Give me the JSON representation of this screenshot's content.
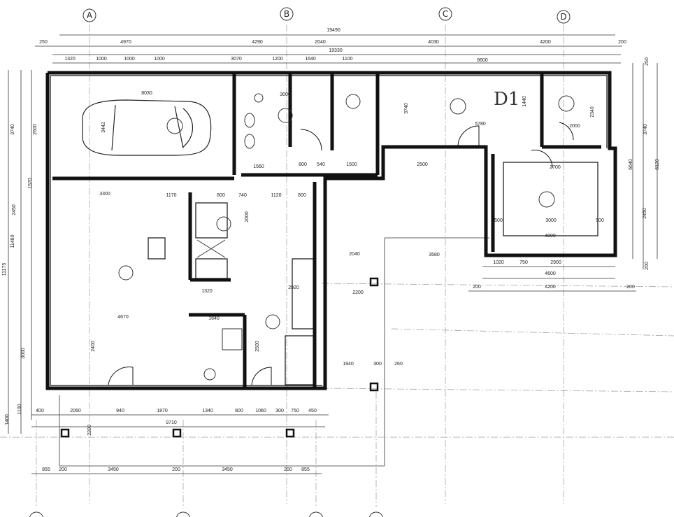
{
  "drawing": {
    "type": "floor-plan",
    "grid_axes_top": [
      "A",
      "B",
      "C",
      "D"
    ],
    "handwritten_note": "D1",
    "dimensions": [
      "19490",
      "250",
      "4970",
      "4290",
      "2040",
      "4030",
      "4200",
      "200",
      "19330",
      "1320",
      "1000",
      "1000",
      "1000",
      "3070",
      "1200",
      "1640",
      "1100",
      "8600",
      "8030",
      "3000",
      "3442",
      "2600",
      "3740",
      "1570",
      "2450",
      "11480",
      "11175",
      "3300",
      "1170",
      "800",
      "740",
      "1120",
      "800",
      "1560",
      "800",
      "540",
      "1500",
      "2500",
      "5780",
      "2040",
      "3580",
      "2200",
      "2920",
      "1320",
      "4670",
      "1640",
      "1940",
      "300",
      "260",
      "400",
      "2060",
      "940",
      "1870",
      "1340",
      "800",
      "1060",
      "300",
      "750",
      "450",
      "9710",
      "855",
      "200",
      "3450",
      "200",
      "3450",
      "200",
      "855",
      "1020",
      "750",
      "2900",
      "4600",
      "200",
      "4200",
      "200",
      "3740",
      "6120",
      "6640",
      "2450",
      "200",
      "250",
      "2700",
      "3000",
      "500",
      "500",
      "4000",
      "2000",
      "2340",
      "1440",
      "3740",
      "2400",
      "3000",
      "2500",
      "1400",
      "1100",
      "2200",
      "2000"
    ]
  }
}
